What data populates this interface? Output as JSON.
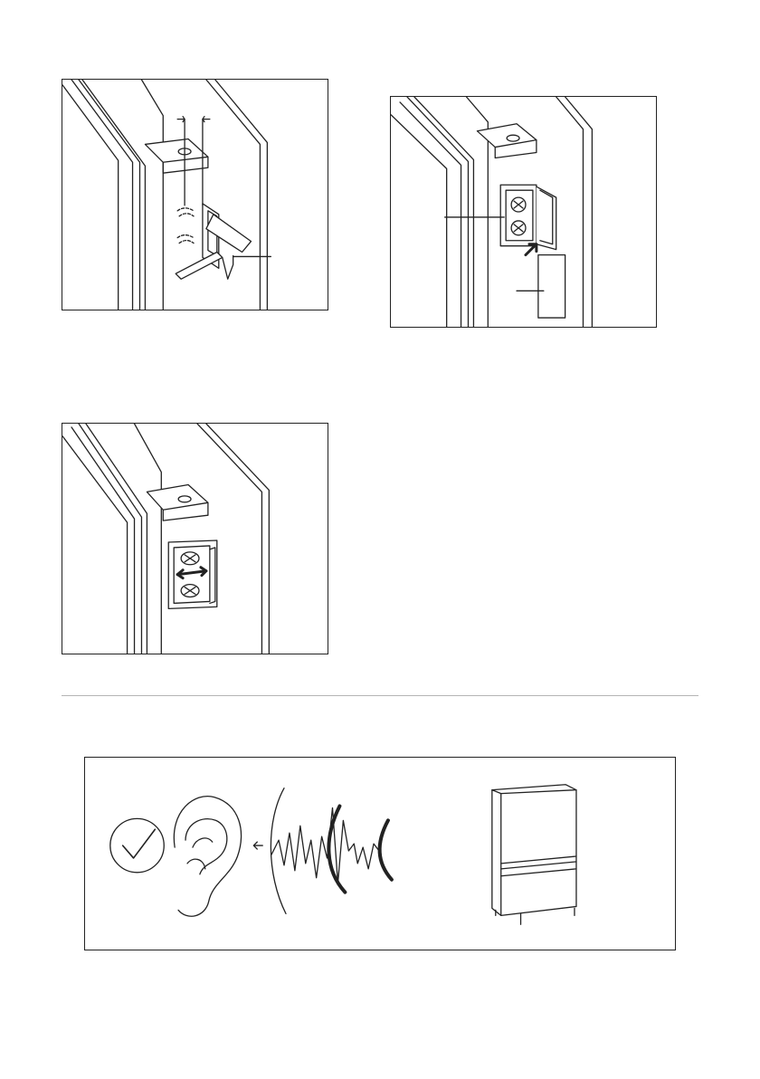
{
  "figures": [
    {
      "id": "hinge-adjust-with-screwdriver",
      "callouts": 1
    },
    {
      "id": "hinge-cover-fitting",
      "callouts": 2
    },
    {
      "id": "hinge-lateral-adjustment",
      "callouts": 0
    }
  ],
  "sound_figure": {
    "icons": [
      "check-icon",
      "ear-icon",
      "sound-wave-icon",
      "fridge-icon"
    ]
  },
  "colors": {
    "line": "#222222",
    "divider": "#b5b5b5",
    "background": "#ffffff"
  }
}
